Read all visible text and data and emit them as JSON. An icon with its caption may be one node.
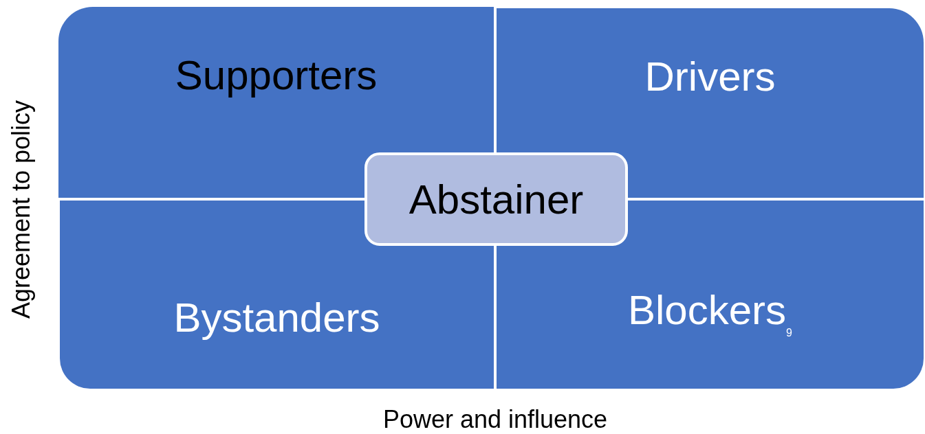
{
  "diagram": {
    "nodes": [
      {
        "text": [
          "Supporters"
        ]
      },
      {
        "text": [
          "Drivers"
        ]
      },
      {
        "text": [
          "Bystanders"
        ]
      },
      {
        "text": [
          "Blockers$_{9}$"
        ]
      },
      {
        "text": [
          "Abstainer"
        ]
      }
    ],
    "labels": [
      "Agreement to policy",
      "Power and influence"
    ]
  }
}
